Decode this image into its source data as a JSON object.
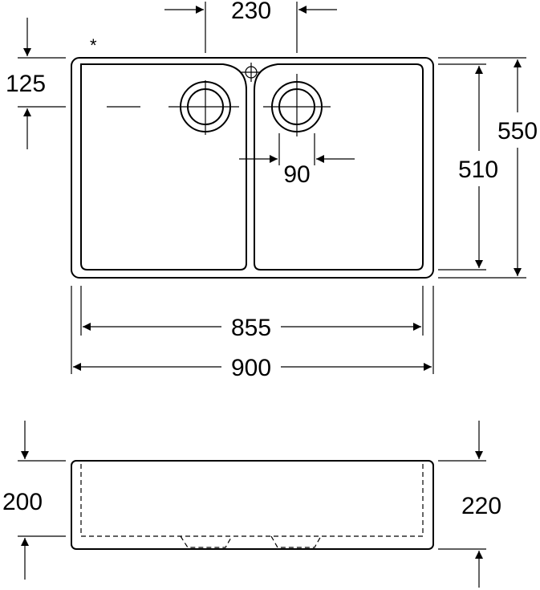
{
  "drawing": {
    "mark_symbol": "*",
    "dimensions": {
      "hole_spacing": "230",
      "hole_offset": "125",
      "overall_depth": "550",
      "bowl_depth": "510",
      "hole_diameter": "90",
      "inner_width": "855",
      "overall_width": "900",
      "bowl_height": "200",
      "overall_height": "220"
    }
  }
}
